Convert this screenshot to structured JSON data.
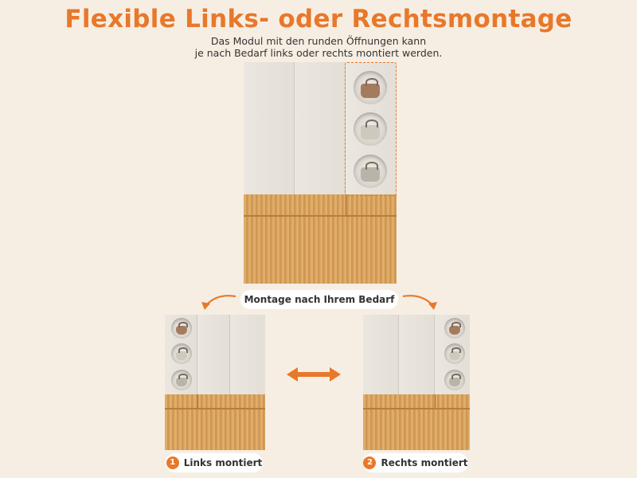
{
  "title": "Flexible Links- oder Rechtsmontage",
  "subtitle": {
    "line1": "Das Modul mit den runden Öffnungen kann",
    "line2": "je nach Bedarf links oder rechts montiert werden."
  },
  "center_label": "Montage nach Ihrem Bedarf",
  "left_option": {
    "number": "1",
    "label": "Links montiert"
  },
  "right_option": {
    "number": "2",
    "label": "Rechts montiert"
  },
  "colors": {
    "accent": "#e8782a",
    "background": "#f7eee3",
    "wood": "#d9a35e",
    "cabinet": "#e7e3dc"
  },
  "icons": [
    "curved-arrow-left-icon",
    "curved-arrow-right-icon",
    "double-arrow-icon"
  ]
}
